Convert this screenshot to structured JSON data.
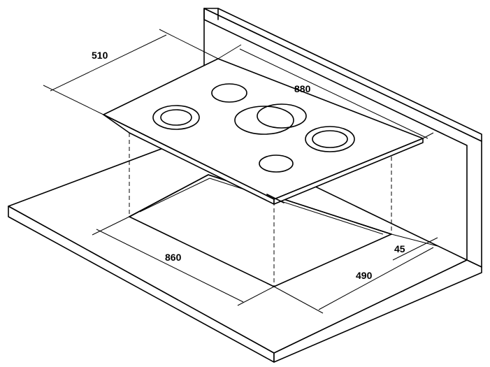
{
  "dimensions": {
    "hob_depth": "510",
    "hob_width": "880",
    "cutout_width": "860",
    "cutout_depth": "490",
    "wall_clearance": "45"
  },
  "colors": {
    "line": "#000000",
    "background": "#ffffff"
  }
}
